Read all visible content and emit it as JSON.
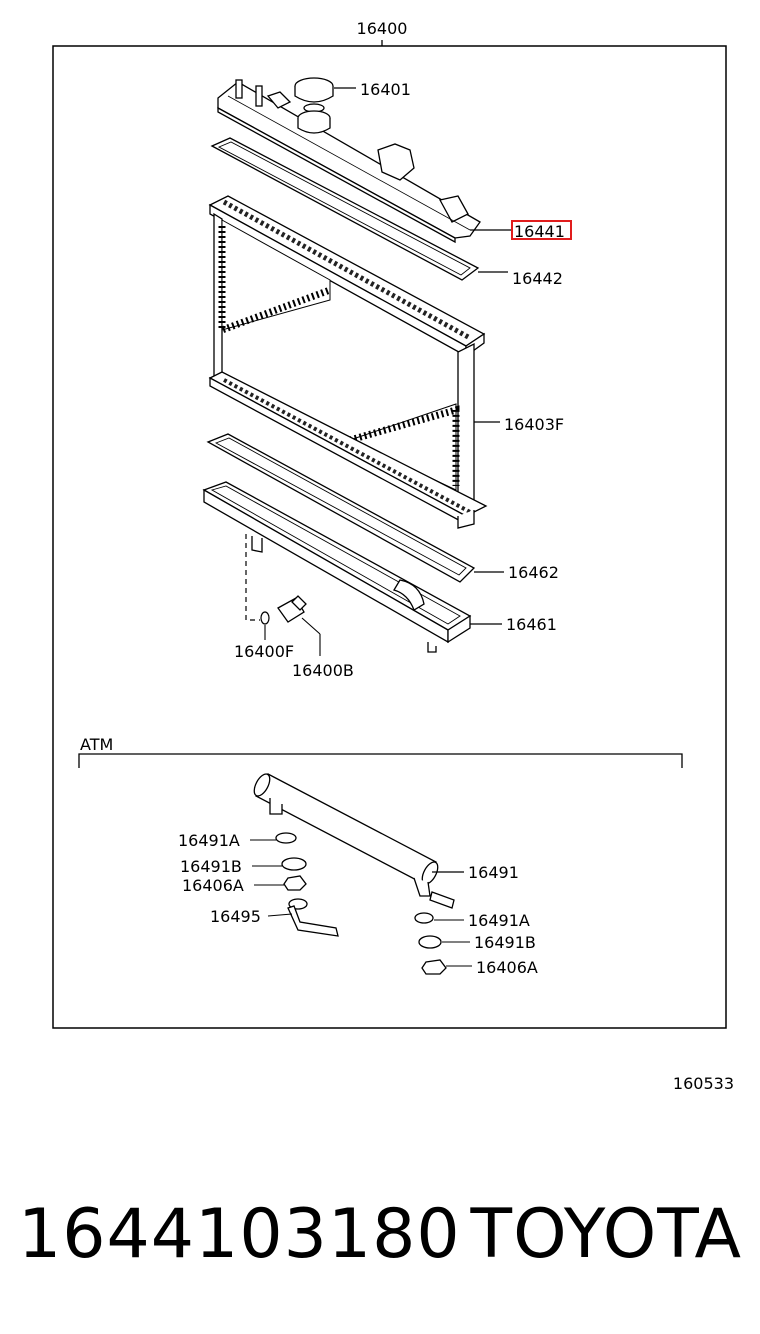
{
  "diagram": {
    "assembly_label": "16400",
    "callouts": {
      "cap": "16401",
      "upper_tank": "16441",
      "upper_gasket": "16442",
      "core": "16403F",
      "lower_gasket": "16462",
      "lower_tank": "16461",
      "drain_oring": "16400F",
      "drain_cock": "16400B"
    },
    "atm_section": {
      "title": "ATM",
      "callouts": {
        "left_washer_a": "16491A",
        "left_washer_b": "16491B",
        "left_nut": "16406A",
        "left_pipe": "16495",
        "cooler_pipe": "16491",
        "right_washer_a": "16491A",
        "right_washer_b": "16491B",
        "right_nut": "16406A"
      }
    },
    "diagram_code": "160533",
    "highlight_color": "#e11d1d"
  },
  "footer": {
    "part_number": "1644103180",
    "brand": "TOYOTA"
  }
}
